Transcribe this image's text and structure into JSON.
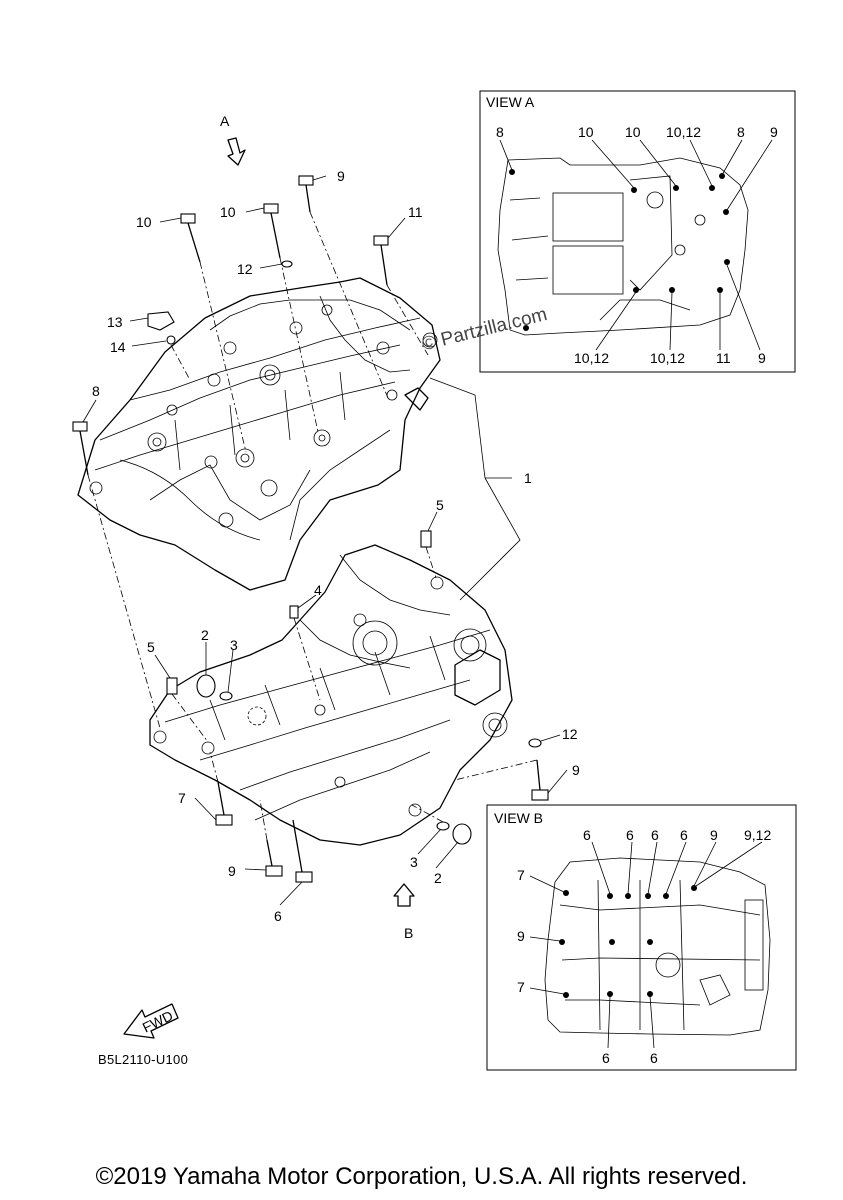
{
  "diagram_code": "B5L2110-U100",
  "copyright": "©2019 Yamaha Motor Corporation, U.S.A. All rights reserved.",
  "watermark": "© Partzilla.com",
  "fwd_label": "FWD",
  "view_arrows": {
    "a": "A",
    "b": "B"
  },
  "main_callouts": {
    "c1": "1",
    "c2a": "2",
    "c2b": "2",
    "c3a": "3",
    "c3b": "3",
    "c4": "4",
    "c5a": "5",
    "c5b": "5",
    "c6": "6",
    "c7": "7",
    "c8": "8",
    "c9a": "9",
    "c9b": "9",
    "c9c": "9",
    "c10a": "10",
    "c10b": "10",
    "c11": "11",
    "c12a": "12",
    "c12b": "12",
    "c13": "13",
    "c14": "14"
  },
  "view_a": {
    "title": "VIEW A",
    "top_labels": [
      "8",
      "10",
      "10",
      "10,12",
      "8",
      "9"
    ],
    "bottom_labels": [
      "10,12",
      "10,12",
      "11",
      "9"
    ]
  },
  "view_b": {
    "title": "VIEW B",
    "top_labels": [
      "6",
      "6",
      "6",
      "6",
      "9",
      "9,12"
    ],
    "left_labels": [
      "7",
      "9",
      "7"
    ],
    "bottom_labels": [
      "6",
      "6"
    ]
  }
}
